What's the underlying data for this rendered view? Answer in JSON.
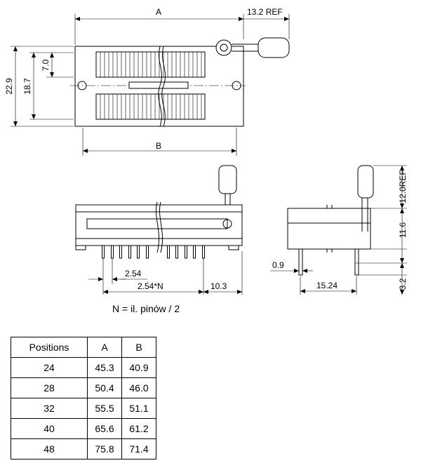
{
  "top_view": {
    "dim_a": "A",
    "dim_b": "B",
    "dim_ref": "13.2  REF",
    "dim_229": "22.9",
    "dim_187": "18.7",
    "dim_70": "7.0"
  },
  "front_view": {
    "dim_254": "2.54",
    "dim_254n": "2.54*N",
    "dim_103": "10.3"
  },
  "side_view": {
    "dim_12ref": "12.0REF",
    "dim_116": "11.6",
    "dim_09": "0.9",
    "dim_1524": "15.24",
    "dim_32": "3.2"
  },
  "note": "N = il. pinów / 2",
  "table": {
    "headers": [
      "Positions",
      "A",
      "B"
    ],
    "rows": [
      [
        "24",
        "45.3",
        "40.9"
      ],
      [
        "28",
        "50.4",
        "46.0"
      ],
      [
        "32",
        "55.5",
        "51.1"
      ],
      [
        "40",
        "65.6",
        "61.2"
      ],
      [
        "48",
        "75.8",
        "71.4"
      ]
    ]
  }
}
